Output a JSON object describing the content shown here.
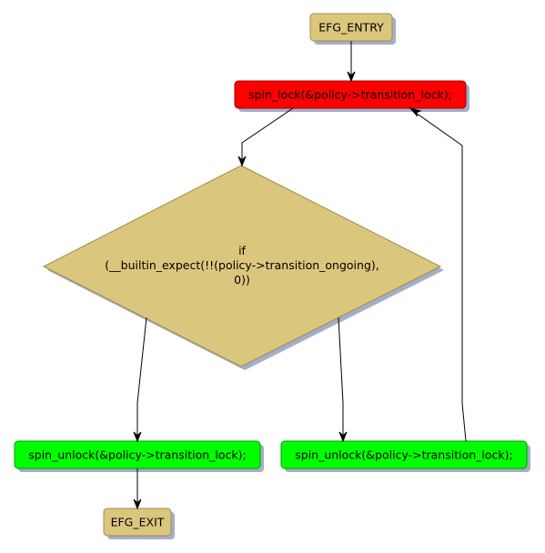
{
  "colors": {
    "terminal_fill": "#dbc67d",
    "terminal_stroke": "#a08c4c",
    "lock_fill": "#ff0000",
    "lock_stroke": "#a00000",
    "unlock_fill": "#00ff00",
    "unlock_stroke": "#009a00",
    "decision_fill": "#dbc67d",
    "decision_stroke": "#a08c4c",
    "shadow": "#a3aec8",
    "edge": "#000000"
  },
  "nodes": {
    "entry": "EFG_ENTRY",
    "lock": "spin_lock(&policy->transition_lock);",
    "decision": [
      "if",
      "(__builtin_expect(!!(policy->transition_ongoing),",
      "0))"
    ],
    "unlock_left": "spin_unlock(&policy->transition_lock);",
    "unlock_right": "spin_unlock(&policy->transition_lock);",
    "exit": "EFG_EXIT"
  }
}
